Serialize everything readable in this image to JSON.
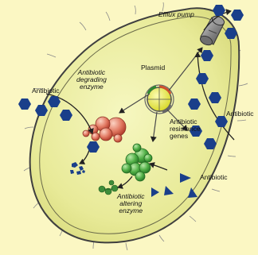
{
  "labels": {
    "efflux_pump": "Efflux pump",
    "plasmid": "Plasmid",
    "degrading_enzyme": [
      "Antibiotic",
      "degrading",
      "enzyme"
    ],
    "resistance_genes": [
      "Antibiotic",
      "resistance",
      "genes"
    ],
    "antibiotic_left": "Antibiotic",
    "antibiotic_right_top": "Antibiotic",
    "antibiotic_right_bottom": "Antibiotic",
    "altering_enzyme": [
      "Antibiotic",
      "altering",
      "enzyme"
    ]
  },
  "colors": {
    "background": "#fbf7c3",
    "cell_fill": "#ecef9c",
    "cell_outline": "#444444",
    "antibiotic_blue": "#1a3f8a",
    "degrading_enzyme_red": "#d96552",
    "altering_enzyme_green": "#3f9a3a",
    "plasmid_yellow": "#e6e63a",
    "pump_gray": "#7a7a7a"
  }
}
